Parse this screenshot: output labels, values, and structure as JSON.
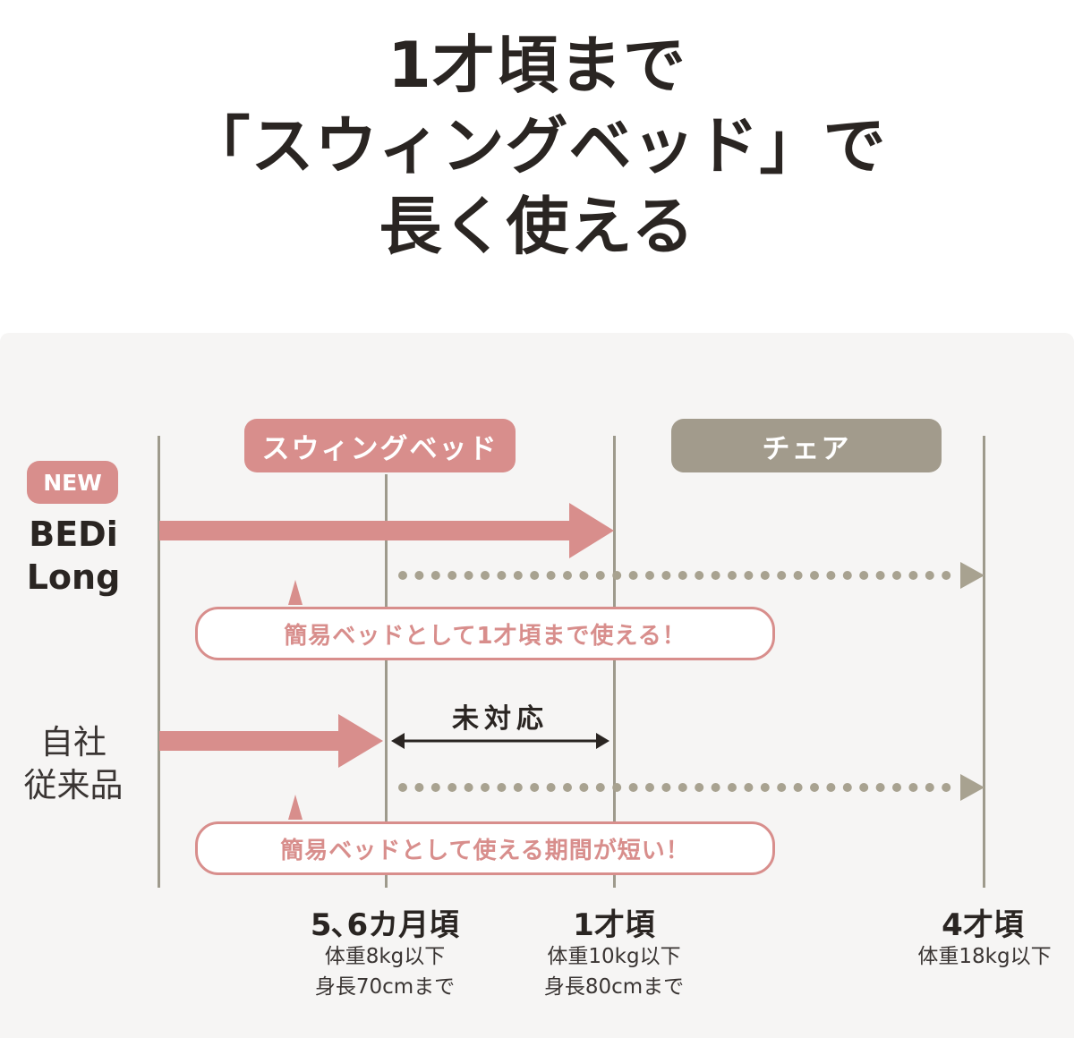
{
  "headline": {
    "line1": "1才頃まで",
    "line2": "「スウィングベッド」で",
    "line3": "長く使える"
  },
  "phases": {
    "swing_bed": "スウィングベッド",
    "chair": "チェア"
  },
  "products": {
    "new": {
      "badge": "NEW",
      "name_line1": "BEDi",
      "name_line2": "Long",
      "callout": "簡易ベッドとして1才頃まで使える！"
    },
    "legacy": {
      "name_line1": "自社",
      "name_line2": "従来品",
      "gap_label": "未対応",
      "callout": "簡易ベッドとして使える期間が短い！"
    }
  },
  "milestones": [
    {
      "label": "5､6カ月頃",
      "line1": "体重8kg以下",
      "line2": "身長70cmまで"
    },
    {
      "label": "1才頃",
      "line1": "体重10kg以下",
      "line2": "身長80cmまで"
    },
    {
      "label": "4才頃",
      "line1": "体重18kg以下",
      "line2": ""
    }
  ],
  "colors": {
    "swing_bed": "#d88e8c",
    "chair": "#a29b8c",
    "gridline": "#9e9a8c",
    "text": "#2a2522"
  }
}
